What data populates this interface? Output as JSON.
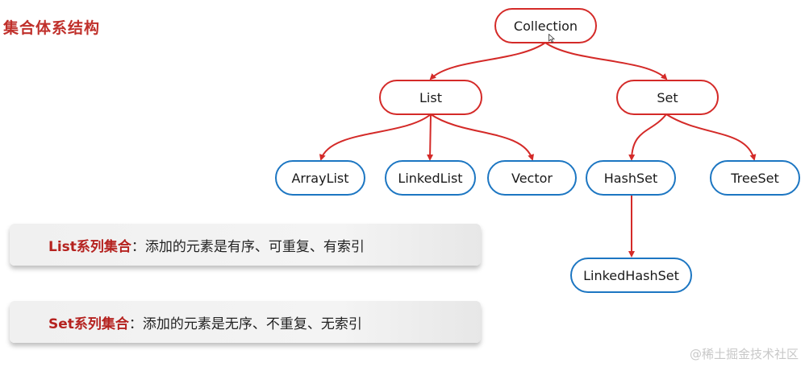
{
  "title": "集合体系结构",
  "nodes": {
    "collection": "Collection",
    "list": "List",
    "set": "Set",
    "arraylist": "ArrayList",
    "linkedlist": "LinkedList",
    "vector": "Vector",
    "hashset": "HashSet",
    "treeset": "TreeSet",
    "linkedhashset": "LinkedHashSet"
  },
  "notes": {
    "list_label": "List系列集合",
    "list_text": "：添加的元素是有序、可重复、有索引",
    "set_label": "Set系列集合",
    "set_text": "：添加的元素是无序、不重复、无索引"
  },
  "watermark": "@稀土掘金技术社区",
  "colors": {
    "title": "#c0302b",
    "interface_border": "#d42a28",
    "class_border": "#1c76c2",
    "edge": "#d42a28"
  }
}
